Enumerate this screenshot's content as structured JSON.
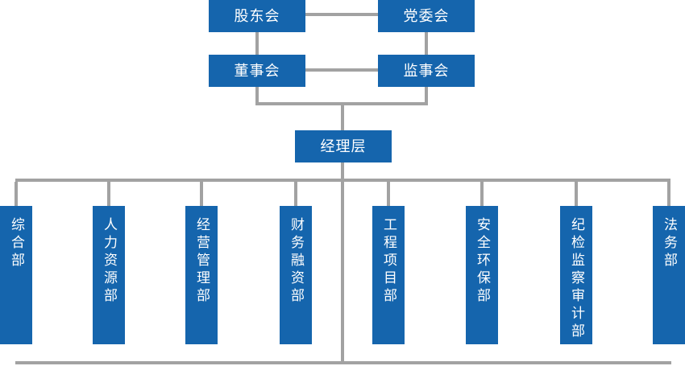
{
  "org_chart": {
    "top_level": [
      {
        "label": "股东会"
      },
      {
        "label": "党委会"
      }
    ],
    "second_level": [
      {
        "label": "董事会"
      },
      {
        "label": "监事会"
      }
    ],
    "management": {
      "label": "经理层"
    },
    "departments": [
      {
        "label": "综合部"
      },
      {
        "label": "人力资源部"
      },
      {
        "label": "经营管理部"
      },
      {
        "label": "财务融资部"
      },
      {
        "label": "工程项目部"
      },
      {
        "label": "安全环保部"
      },
      {
        "label": "纪检监察审计部"
      },
      {
        "label": "法务部"
      }
    ],
    "colors": {
      "box_blue": "#1565AD",
      "line_gray": "#A2A2A2",
      "text_white": "#FFFFFF"
    }
  }
}
